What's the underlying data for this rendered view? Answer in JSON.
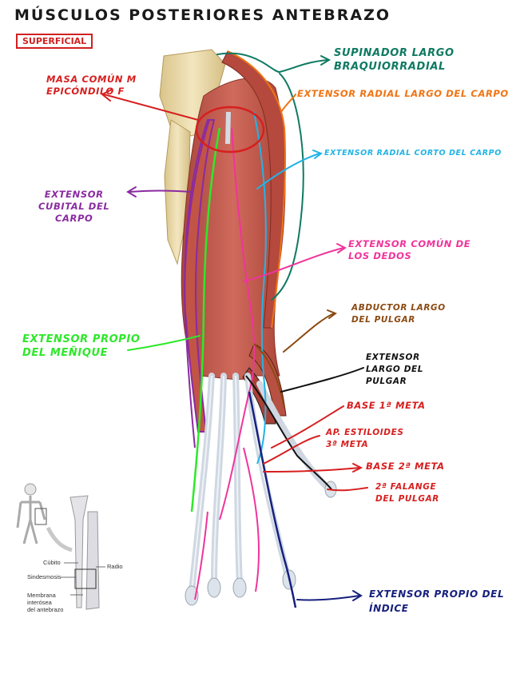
{
  "title": "MÚSCULOS POSTERIORES ANTEBRAZO",
  "badge": "SUPERFICIAL",
  "colors": {
    "red": "#d71f1f",
    "teal": "#0f7a62",
    "orange": "#f07414",
    "cyan": "#22b3e6",
    "purple": "#8a2ba0",
    "magenta": "#f0349c",
    "brown": "#8b4a12",
    "black": "#111111",
    "green": "#2ee82a",
    "navy": "#17207e",
    "muscle": "#c95a4e",
    "tendon": "#d3dbe4",
    "bone": "#e8d8a6"
  },
  "labels": {
    "masa_comun": "MASA COMÚN M\nEPICÓNDILO F",
    "supinador": "SUPINADOR LARGO\nBRAQUIORRADIAL",
    "ext_radial_largo": "EXTENSOR RADIAL LARGO DEL CARPO",
    "ext_radial_corto": "EXTENSOR RADIAL CORTO DEL CARPO",
    "ext_cubital": "EXTENSOR\nCUBITAL DEL\nCARPO",
    "ext_comun": "EXTENSOR COMÚN DE\nLOS DEDOS",
    "abductor": "ABDUCTOR LARGO\nDEL PULGAR",
    "ext_largo_pulgar": "EXTENSOR\nLARGO DEL\nPULGAR",
    "ext_menique": "EXTENSOR PROPIO\nDEL MEÑIQUE",
    "base_1": "BASE 1ª META",
    "ap_estiloides": "AP. ESTILOIDES\n3ª META",
    "base_2": "BASE 2ª META",
    "falange": "2ª FALANGE\nDEL PULGAR",
    "ext_indice": "EXTENSOR PROPIO DEL\nÍNDICE"
  },
  "inset": {
    "cubito": "Cúbito",
    "radio": "Radio",
    "sindesmosis": "Sindesmosis",
    "membrana": "Membrana\ninterósea\ndel antebrazo"
  }
}
